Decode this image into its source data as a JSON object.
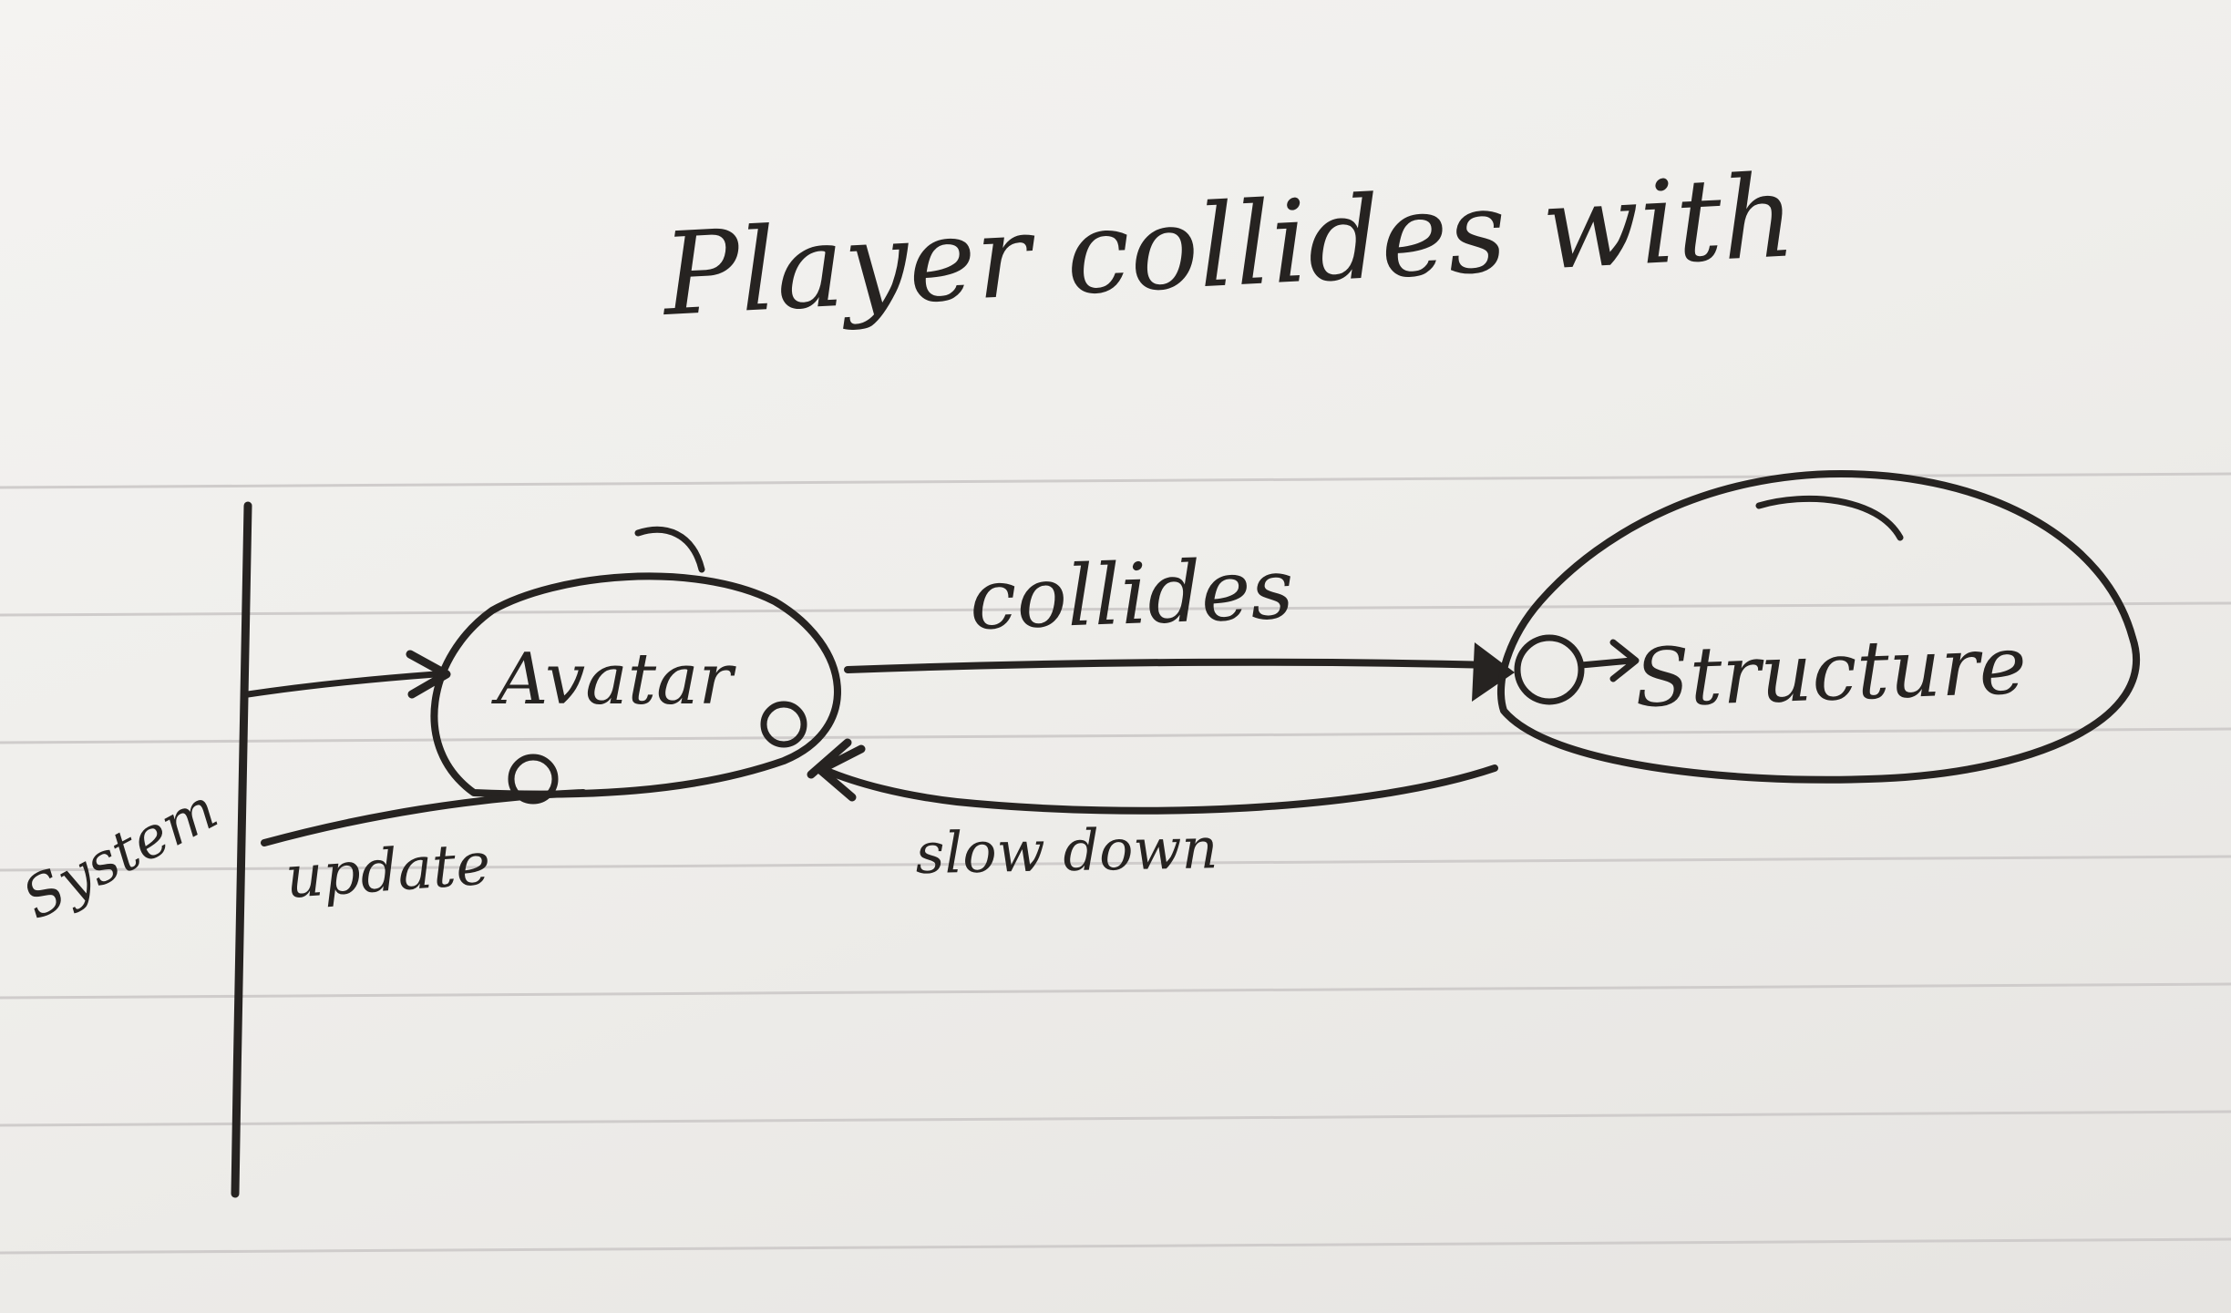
{
  "title": "Player collides with",
  "nodes": {
    "system": "System",
    "avatar": "Avatar",
    "structure": "Structure"
  },
  "edges": {
    "update": "update",
    "collides": "collides",
    "slow_down": "slow down"
  }
}
